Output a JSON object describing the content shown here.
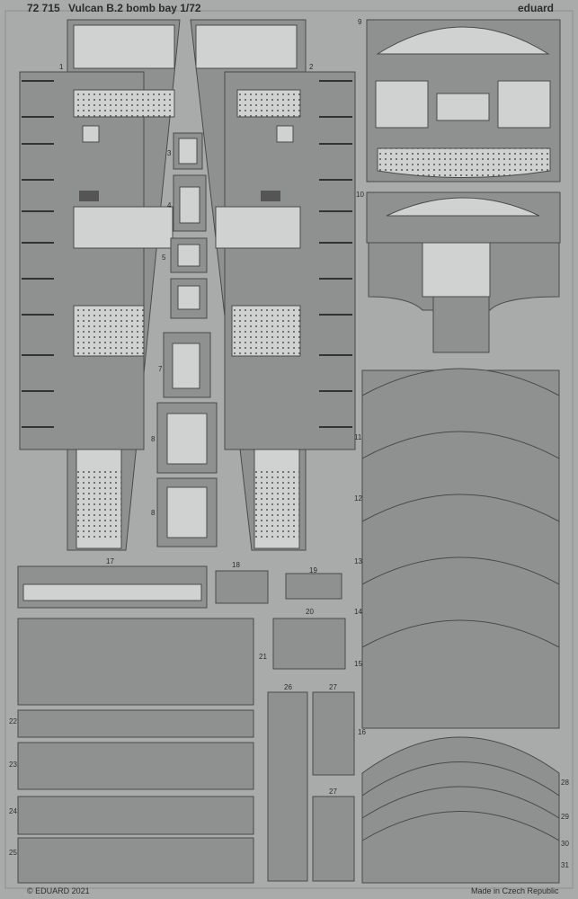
{
  "header": {
    "code": "72 715",
    "title": "Vulcan B.2 bomb bay 1/72",
    "brand": "eduard"
  },
  "footer": {
    "copyright": "© EDUARD 2021",
    "origin": "Made in Czech Republic"
  },
  "part_numbers": [
    "1",
    "2",
    "3",
    "4",
    "5",
    "7",
    "8",
    "8",
    "9",
    "10",
    "11",
    "12",
    "13",
    "14",
    "15",
    "16",
    "17",
    "18",
    "19",
    "20",
    "21",
    "22",
    "23",
    "24",
    "25",
    "26",
    "27",
    "27",
    "28",
    "29",
    "30",
    "31"
  ]
}
